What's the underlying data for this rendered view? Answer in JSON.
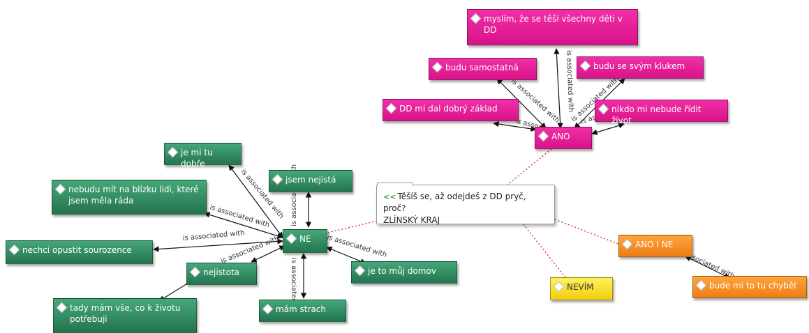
{
  "question": {
    "line1": "Těšíš se, až odejdeš z DD pryč, proč?",
    "line2": "ZLÍNSKÝ KRAJ"
  },
  "relation_label": "is associated with",
  "nodes": {
    "ano": "ANO",
    "ne": "NE",
    "nevim": "NEVÍM",
    "ano_i_ne": "ANO I NE",
    "myslim": "myslím, že se těší všechny děti v DD",
    "budu_samostatna": "budu samostatná",
    "budu_se_svym": "budu se svým klukem",
    "dd_mi_dal": "DD mi dal dobrý základ",
    "nikdo_mi": "nikdo mi nebude řídit život",
    "je_mi_tu_dobre": "je mi tu dobře",
    "jsem_nejista": "jsem nejistá",
    "nebudu_mit": "nebudu mít na blízku lidi, které jsem měla ráda",
    "nechci": "nechci opustit sourozence",
    "nejistota": "nejistota",
    "tady_mam": "tady mám vše, co k životu potřebuji",
    "mam_strach": "mám strach",
    "je_to_muj": "je to můj domov",
    "bude_mi": "bude mi to tu chybět"
  },
  "colors": {
    "ano_branch": "#e01a93",
    "ne_branch": "#2f8a5f",
    "nevim_branch": "#f5d41f",
    "ano_i_ne_branch": "#f58a1f",
    "dotted_link": "#d82020"
  }
}
